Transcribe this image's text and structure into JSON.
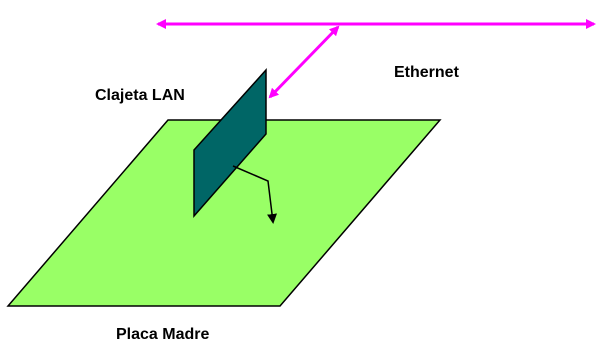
{
  "labels": {
    "lan_card": "Clajeta LAN",
    "ethernet": "Ethernet",
    "motherboard": "Placa Madre"
  },
  "colors": {
    "background": "#ffffff",
    "motherboard_fill": "#99ff66",
    "card_fill": "#006666",
    "ethernet_link": "#ff00ff",
    "outline": "#000000"
  }
}
